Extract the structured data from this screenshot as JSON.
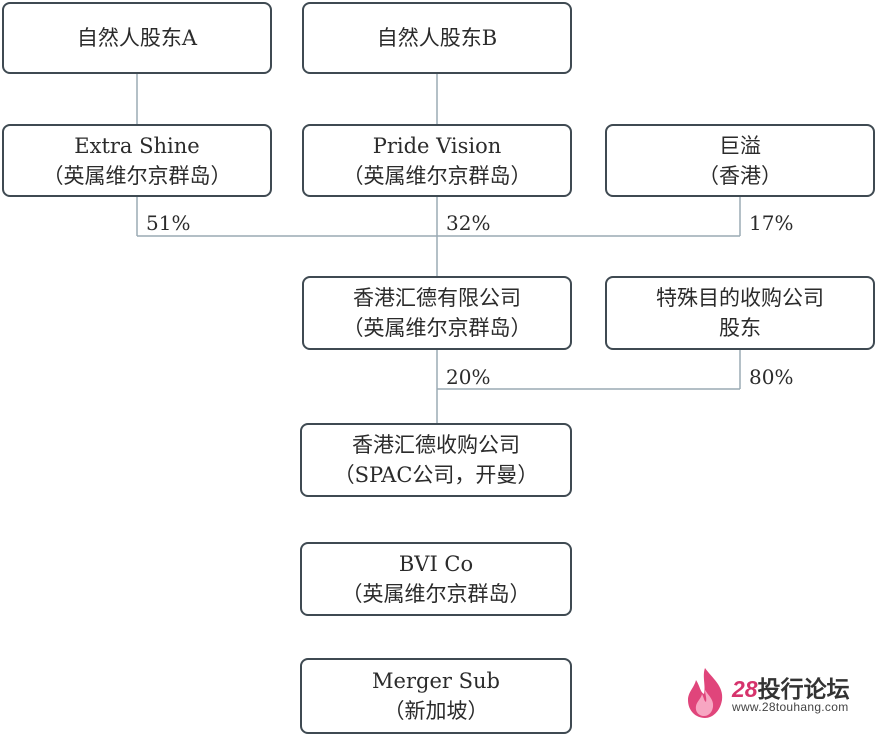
{
  "nodes": {
    "person_a": {
      "line1": "自然人股东A"
    },
    "person_b": {
      "line1": "自然人股东B"
    },
    "extra_shine": {
      "line1": "Extra Shine",
      "line2": "（英属维尔京群岛）"
    },
    "pride_vision": {
      "line1": "Pride Vision",
      "line2": "（英属维尔京群岛）"
    },
    "juyi": {
      "line1": "巨溢",
      "line2": "（香港）"
    },
    "hk_huide_ltd": {
      "line1": "香港汇德有限公司",
      "line2": "（英属维尔京群岛）"
    },
    "spac_holders": {
      "line1": "特殊目的收购公司",
      "line2": "股东"
    },
    "hk_huide_acq": {
      "line1": "香港汇德收购公司",
      "line2": "（SPAC公司，开曼）"
    },
    "bvi_co": {
      "line1": "BVI Co",
      "line2": "（英属维尔京群岛）"
    },
    "merger_sub": {
      "line1": "Merger Sub",
      "line2": "（新加坡）"
    }
  },
  "percentages": {
    "extra_shine": "51%",
    "pride_vision": "32%",
    "juyi": "17%",
    "hk_huide_ltd": "20%",
    "spac_holders": "80%"
  },
  "watermark": {
    "number": "28",
    "name": "投行论坛",
    "url": "www.28touhang.com"
  },
  "colors": {
    "box_border": "#3f4a52",
    "connector": "#9aaab4",
    "text": "#2b2b2b",
    "watermark_accent": "#d6336c"
  }
}
